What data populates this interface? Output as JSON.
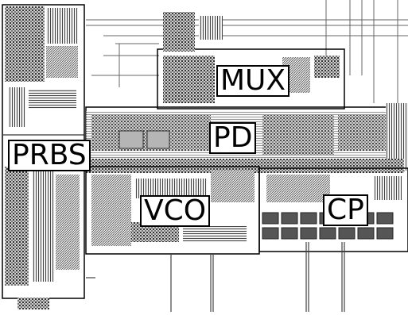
{
  "figure": {
    "labels": {
      "prbs": "PRBS",
      "mux": "MUX",
      "pd": "PD",
      "vco": "VCO",
      "cp": "CP"
    }
  }
}
